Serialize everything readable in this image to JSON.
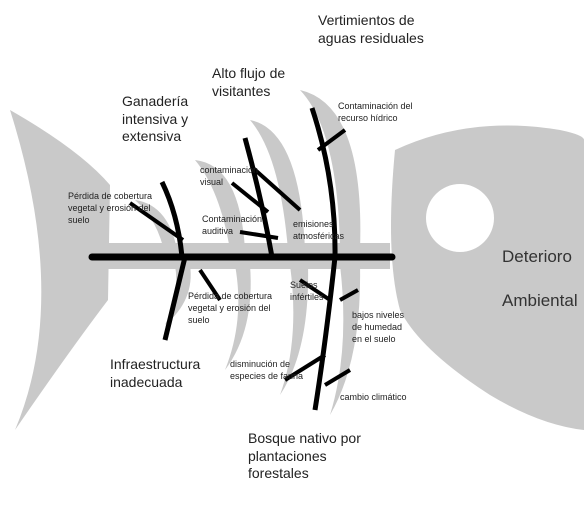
{
  "effect": {
    "line1": "Deterioro",
    "line2": "Ambiental"
  },
  "main_causes": {
    "vertimientos": "Vertimientos de\naguas residuales",
    "alto_flujo": "Alto flujo de\nvisitantes",
    "ganaderia": "Ganadería\nintensiva y\nextensiva",
    "infraestructura": "Infraestructura\ninadecuada",
    "bosque": "Bosque nativo por\nplantaciones\nforestales"
  },
  "sub_causes": {
    "contaminacion_hidrico": "Contaminación del\nrecurso hídrico",
    "contaminacion_visual": "contaminación\nvisual",
    "contaminacion_auditiva": "Contaminación\nauditiva",
    "emisiones": "emisiones\natmosféricas",
    "perdida_top": "Pérdida de cobertura\nvegetal y erosión del\nsuelo",
    "perdida_bottom": "Pérdida de cobertura\nvegetal y erosión del\nsuelo",
    "suelos_infertiles": "Suelos\ninfértiles",
    "bajos_niveles": "bajos niveles\nde humedad\nen el suelo",
    "disminucion_fauna": "disminución de\nespecies de fauna",
    "cambio_climatico": "cambio climático"
  },
  "colors": {
    "fish_body": "#c9c9c9",
    "bone": "#000000",
    "text": "#222222"
  }
}
